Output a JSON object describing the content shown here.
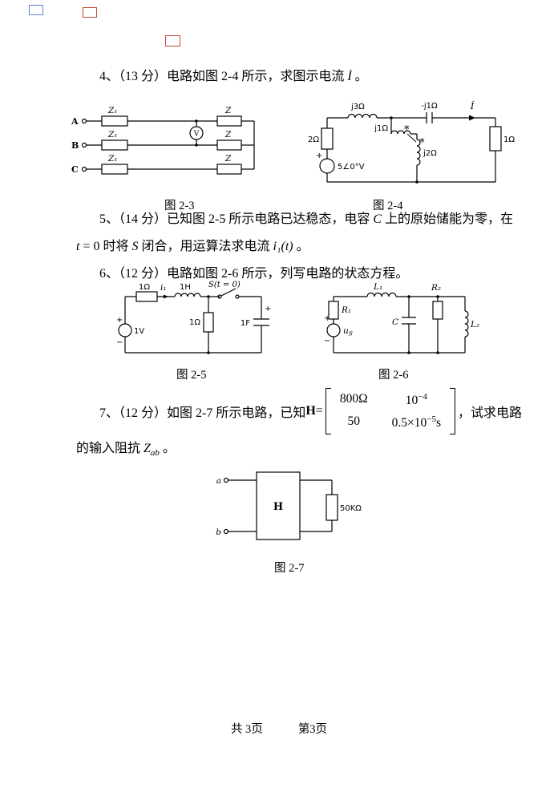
{
  "q4": {
    "lead": "4、（13 分）电路如图 2-4 所示，求图示电流 ",
    "current": "İ",
    "tail": " 。"
  },
  "q5": {
    "l1a": "5、（14 分）已知图 2-5 所示电路已达稳态，电容 ",
    "l1c": "C",
    "l1b": " 上的原始储能为零，在",
    "l2t": "t",
    "l2a": " = 0 时将 ",
    "l2s": "S",
    "l2b": " 闭合，用运算法求电流 ",
    "l2i": "i₁(t)",
    "l2c": " 。"
  },
  "q6": {
    "text": "6、（12 分）电路如图 2-6 所示，列写电路的状态方程。"
  },
  "q7": {
    "lead": "7、（12 分）如图 2-7 所示电路，已知 ",
    "h": "H",
    "eq": " = ",
    "matrix": {
      "r1c1": "800Ω",
      "r1c2b": "10",
      "r1c2e": "−4",
      "r2c1": "50",
      "r2c2b": "0.5×10",
      "r2c2e": "−5",
      "r2c2u": "s"
    },
    "after": "，试求电路",
    "l2a": "的输入阻抗 ",
    "zb": "Z",
    "zs": "ab",
    "l2b": " 。"
  },
  "figs": {
    "f23": {
      "caption": "图 2-3",
      "phases": [
        "A",
        "B",
        "C"
      ],
      "z1": "Z₁",
      "z": "Z",
      "meter": "V"
    },
    "f24": {
      "caption": "图 2-4",
      "r_left": "2Ω",
      "plus": "+",
      "src": "5∠0°V",
      "l_top": "j3Ω",
      "l_mid": "j1Ω",
      "l_vert": "j2Ω",
      "cap": "-j1Ω",
      "star": "*",
      "cur": "İ",
      "r_right": "1Ω"
    },
    "f25": {
      "caption": "图 2-5",
      "plus": "+",
      "minus": "−",
      "src": "1V",
      "r1": "1Ω",
      "cur": "i₁",
      "ind": "1H",
      "sw": "S(t = 0)",
      "r2": "1Ω",
      "cap_plus": "+",
      "cap": "1F"
    },
    "f26": {
      "caption": "图 2-6",
      "plus": "+",
      "minus": "−",
      "usb": "u",
      "uss": "S",
      "r1": "R₁",
      "l1": "L₁",
      "c": "C",
      "r2": "R₂",
      "l2": "L₂"
    },
    "f27": {
      "caption": "图 2-7",
      "a": "a",
      "b": "b",
      "h": "H",
      "load": "50KΩ"
    }
  },
  "footer": {
    "total": "共 3页",
    "current": "第3页"
  }
}
